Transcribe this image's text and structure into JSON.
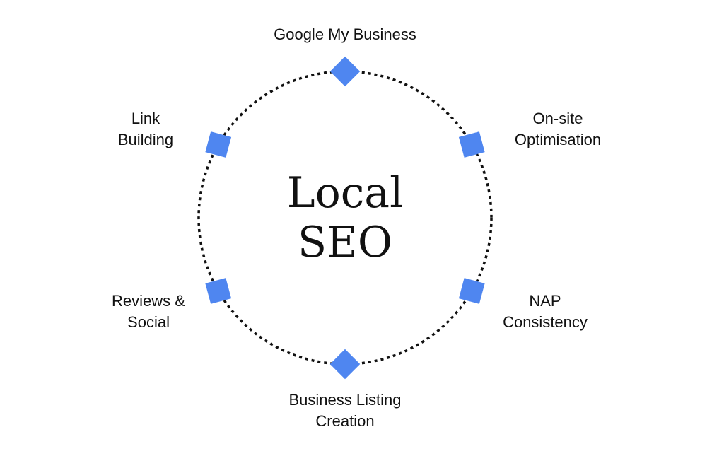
{
  "title": "Local\nSEO",
  "accent_color": "#4f86f0",
  "nodes": [
    {
      "label": "Google My Business"
    },
    {
      "label": "On-site\nOptimisation"
    },
    {
      "label": "NAP\nConsistency"
    },
    {
      "label": "Business Listing\nCreation"
    },
    {
      "label": "Reviews &\nSocial"
    },
    {
      "label": "Link\nBuilding"
    }
  ]
}
